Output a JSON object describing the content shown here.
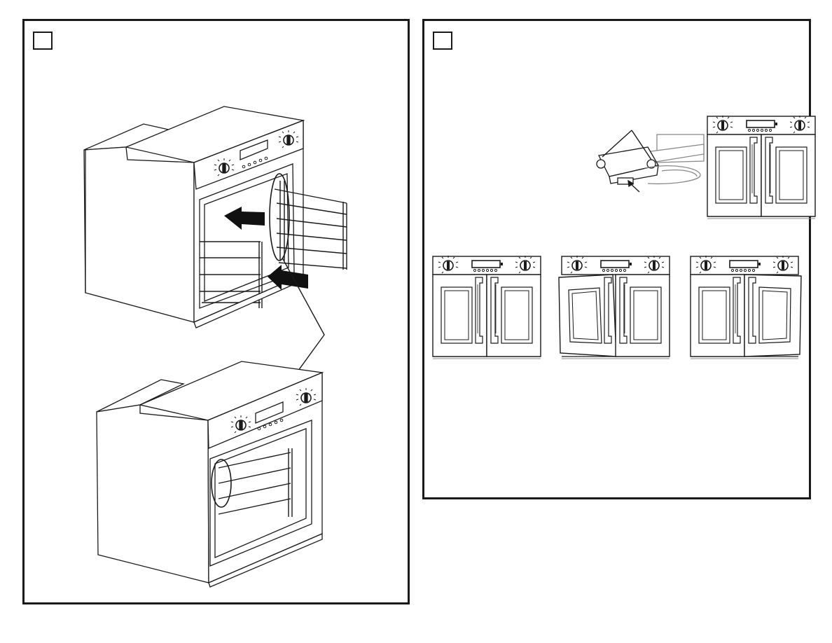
{
  "left_panel": {
    "step_number": "",
    "illustration_top": "oven-rack-removal-arrows",
    "illustration_bottom": "oven-rack-support-detail"
  },
  "right_panel": {
    "step_number": "",
    "illustrations": [
      "door-hinge-latch-detail",
      "oven-doors-closed",
      "left-door-open",
      "left-door-opening-variant",
      "right-door-opening-variant"
    ]
  },
  "colors": {
    "stroke": "#1a1a1a",
    "background": "#ffffff",
    "arrow": "#111111"
  }
}
